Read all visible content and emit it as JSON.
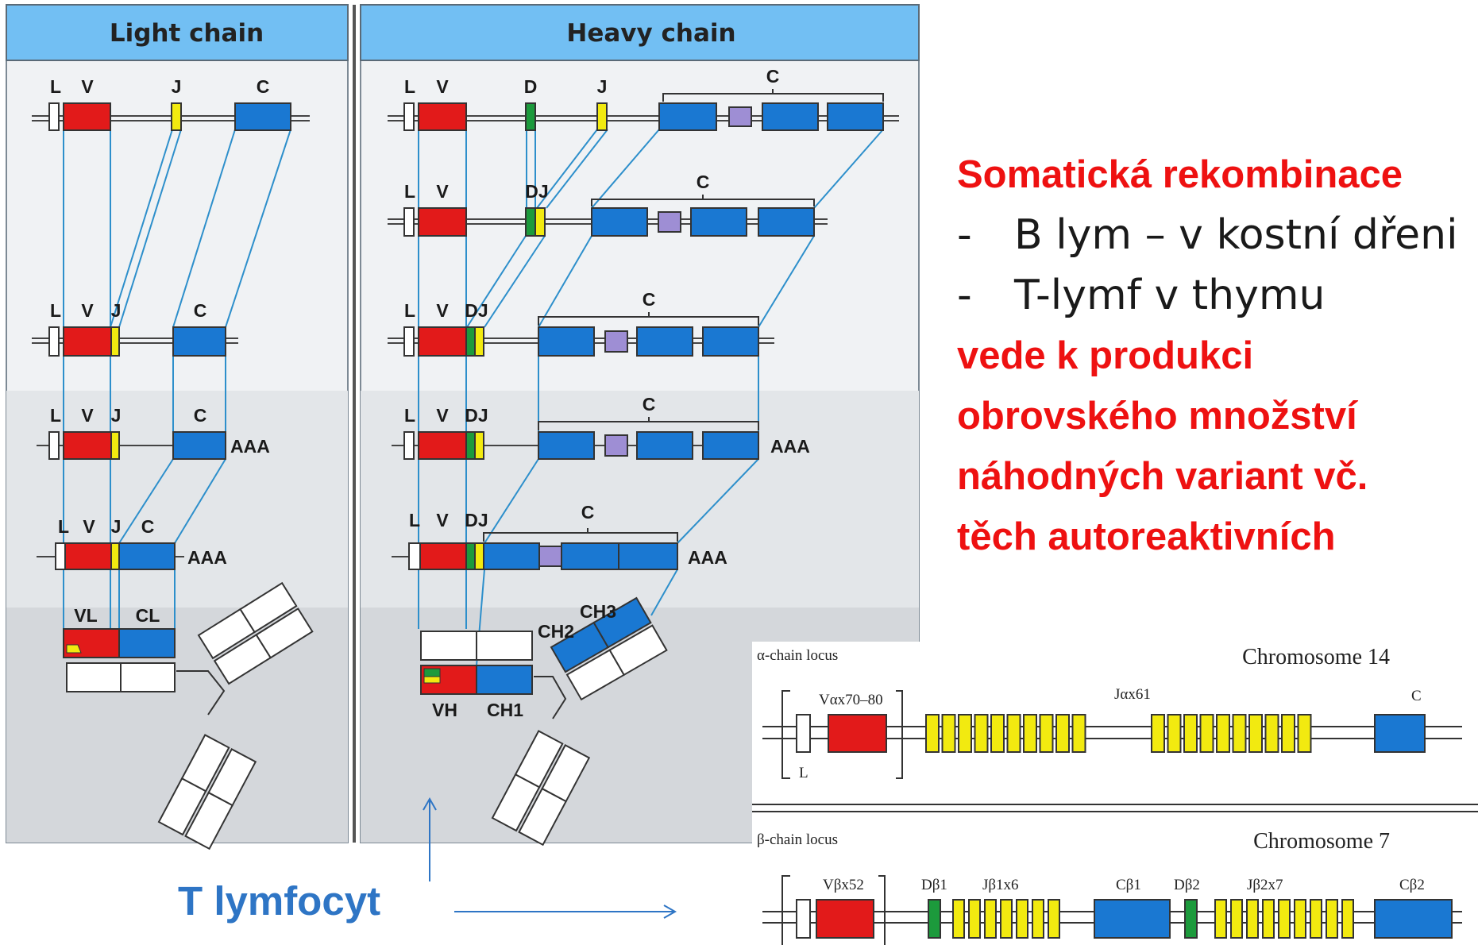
{
  "light_panel": {
    "title": "Light chain",
    "gene_labels": [
      "L",
      "V",
      "J",
      "C"
    ],
    "poly_a": "AAA",
    "domains": [
      "VL",
      "CL"
    ]
  },
  "heavy_panel": {
    "title": "Heavy chain",
    "gene_labels": [
      "L",
      "V",
      "D",
      "J",
      "C",
      "DJ"
    ],
    "poly_a": "AAA",
    "domains": [
      "VH",
      "CH1",
      "CH2",
      "CH3"
    ]
  },
  "recombination_text": {
    "heading": "Somatická rekombinace",
    "items": [
      "B lym – v kostní dřeni",
      "T-lymf v thymu"
    ],
    "conclusion": [
      "vede k produkci",
      "obrovského množství",
      "náhodných variant vč.",
      "těch autoreaktivních"
    ]
  },
  "t_cell_label": "T lymfocyt",
  "tcr_alpha": {
    "locus": "α-chain locus",
    "chromosome": "Chromosome 14",
    "v_label": "Vαx70–80",
    "j_label": "Jαx61",
    "c_label": "C",
    "l_label": "L"
  },
  "tcr_beta": {
    "locus": "β-chain locus",
    "chromosome": "Chromosome 7",
    "v_label": "Vβx52",
    "d1_label": "Dβ1",
    "j1_label": "Jβ1x6",
    "c1_label": "Cβ1",
    "d2_label": "Dβ2",
    "j2_label": "Jβ2x7",
    "c2_label": "Cβ2"
  },
  "colors": {
    "v_segment": "#e21a1a",
    "j_segment": "#f2ea10",
    "d_segment": "#1c9a3c",
    "c_segment": "#1a78d2",
    "c_hinge": "#9e8ed4",
    "panel_header": "#72bff3",
    "guide_line": "#2d8fcb",
    "heading_red": "#ee1111",
    "label_blue": "#2e75c5"
  }
}
